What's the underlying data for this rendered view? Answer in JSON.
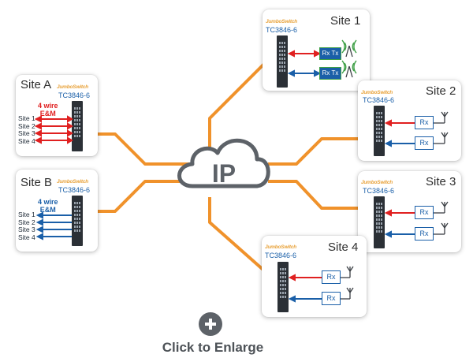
{
  "cloud": {
    "label": "IP"
  },
  "brand": "JumboSwitch",
  "model": "TC3846-6",
  "sites": {
    "site_a": {
      "title": "Site A",
      "wire_label": "4 wire\nE&M",
      "wire_color": "#e02020",
      "lines": [
        "Site 1",
        "Site 2",
        "Site 3",
        "Site 4"
      ]
    },
    "site_b": {
      "title": "Site B",
      "wire_label": "4 wire\nE&M",
      "wire_color": "#1a5fa8",
      "lines": [
        "Site 1",
        "Site 2",
        "Site 3",
        "Site 4"
      ]
    },
    "site_1": {
      "title": "Site 1",
      "radio_label": "Rx Tx"
    },
    "site_2": {
      "title": "Site 2",
      "radio_label": "Rx"
    },
    "site_3": {
      "title": "Site 3",
      "radio_label": "Rx"
    },
    "site_4": {
      "title": "Site 4",
      "radio_label": "Rx"
    }
  },
  "enlarge": {
    "label": "Click to Enlarge"
  },
  "colors": {
    "link": "#f0922b",
    "red": "#e02020",
    "blue": "#1a5fa8",
    "cloud_stroke": "#5d6268"
  }
}
